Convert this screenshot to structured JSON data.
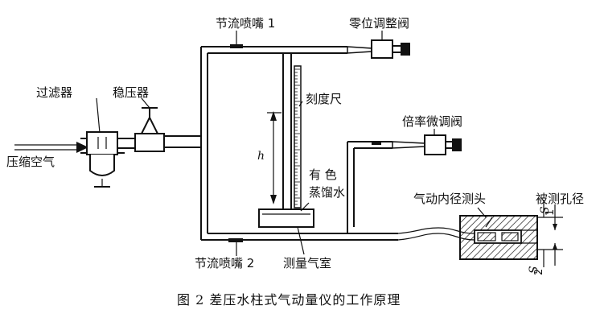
{
  "labels": {
    "throttle_nozzle_1": "节流喷嘴 1",
    "zero_adjust_valve": "零位调整阀",
    "filter": "过滤器",
    "pressure_regulator": "稳压器",
    "compressed_air": "压缩空气",
    "scale_ruler": "刻度尺",
    "height_symbol": "h",
    "distilled_water_line1": "有  色",
    "distilled_water_line2": "蒸馏水",
    "ratio_fine_valve": "倍率微调阀",
    "pneumatic_probe": "气动内径测头",
    "measured_bore": "被测孔径",
    "s1": "S",
    "s1_sub": "1",
    "s2": "S",
    "s2_sub": "2",
    "throttle_nozzle_2": "节流喷嘴 2",
    "measuring_chamber": "测量气室"
  },
  "caption": "图 2   差压水柱式气动量仪的工作原理",
  "colors": {
    "ink": "#111111",
    "background": "#ffffff"
  }
}
